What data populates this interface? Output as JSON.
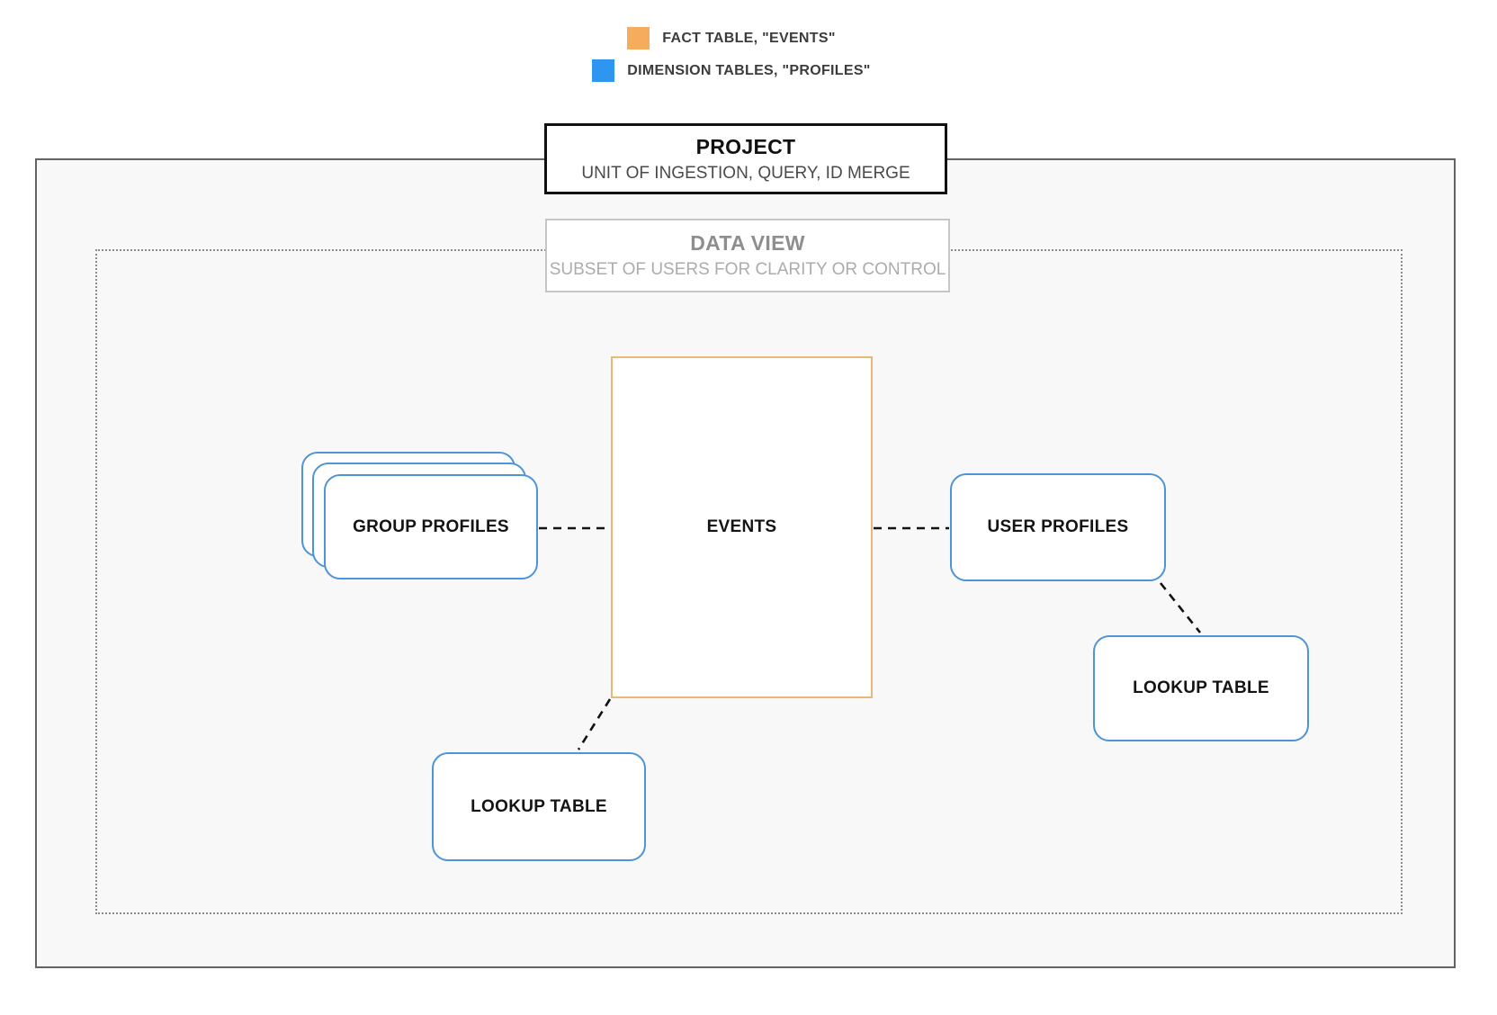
{
  "colors": {
    "fact-accent": "#F5AC5C",
    "dimension-accent": "#2E96F1",
    "fact-border": "#EAB876",
    "dimension-border": "#4D94D9"
  },
  "legend": {
    "items": [
      {
        "name": "fact",
        "label": "FACT TABLE, \"EVENTS\""
      },
      {
        "name": "dimension",
        "label": "DIMENSION TABLES, \"PROFILES\""
      }
    ]
  },
  "project_box": {
    "title": "PROJECT",
    "subtitle": "UNIT OF INGESTION, QUERY, ID MERGE"
  },
  "data_view_box": {
    "title": "DATA VIEW",
    "subtitle": "SUBSET OF USERS FOR CLARITY OR CONTROL"
  },
  "nodes": {
    "events": {
      "label": "EVENTS",
      "type": "fact"
    },
    "group_profiles": {
      "label": "GROUP PROFILES",
      "type": "dimension"
    },
    "user_profiles": {
      "label": "USER PROFILES",
      "type": "dimension"
    },
    "lookup_table_bottom": {
      "label": "LOOKUP TABLE",
      "type": "dimension"
    },
    "lookup_table_right": {
      "label": "LOOKUP TABLE",
      "type": "dimension"
    }
  }
}
